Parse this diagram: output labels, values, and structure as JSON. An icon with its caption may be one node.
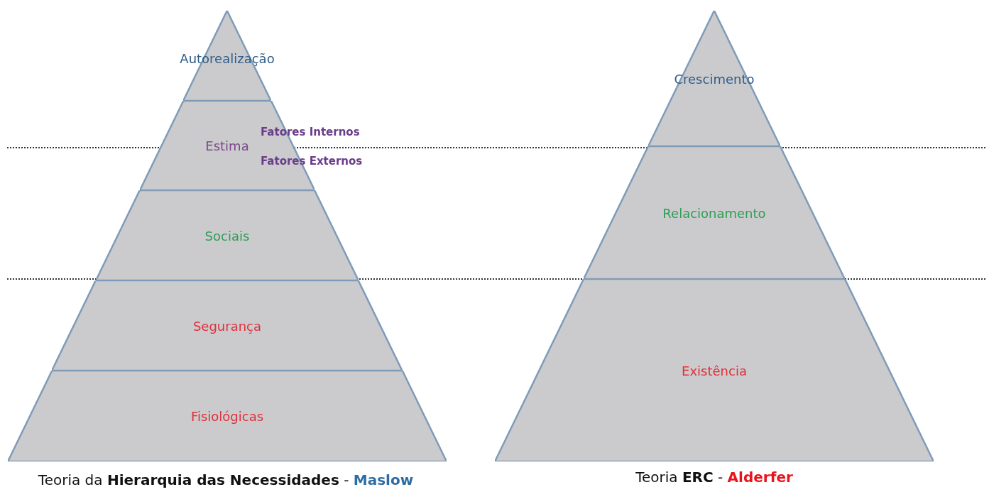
{
  "diagram": {
    "nodes": [
      {
        "text": [
          "Autorealização"
        ]
      },
      {
        "text": [
          "Estima"
        ]
      },
      {
        "text": [
          "Sociais"
        ]
      },
      {
        "text": [
          "Segurança"
        ]
      },
      {
        "text": [
          "Fisiológicas"
        ]
      },
      {
        "text": [
          "Crescimento"
        ]
      },
      {
        "text": [
          "Relacionamento"
        ]
      },
      {
        "text": [
          "Existência"
        ]
      }
    ],
    "labels": [
      "Fatores Internos",
      "Fatores Externos",
      "Teoria da **Hierarquia das Necessidades** - **Maslow**",
      "Teoria **ERC** - **Alderfer**"
    ]
  }
}
